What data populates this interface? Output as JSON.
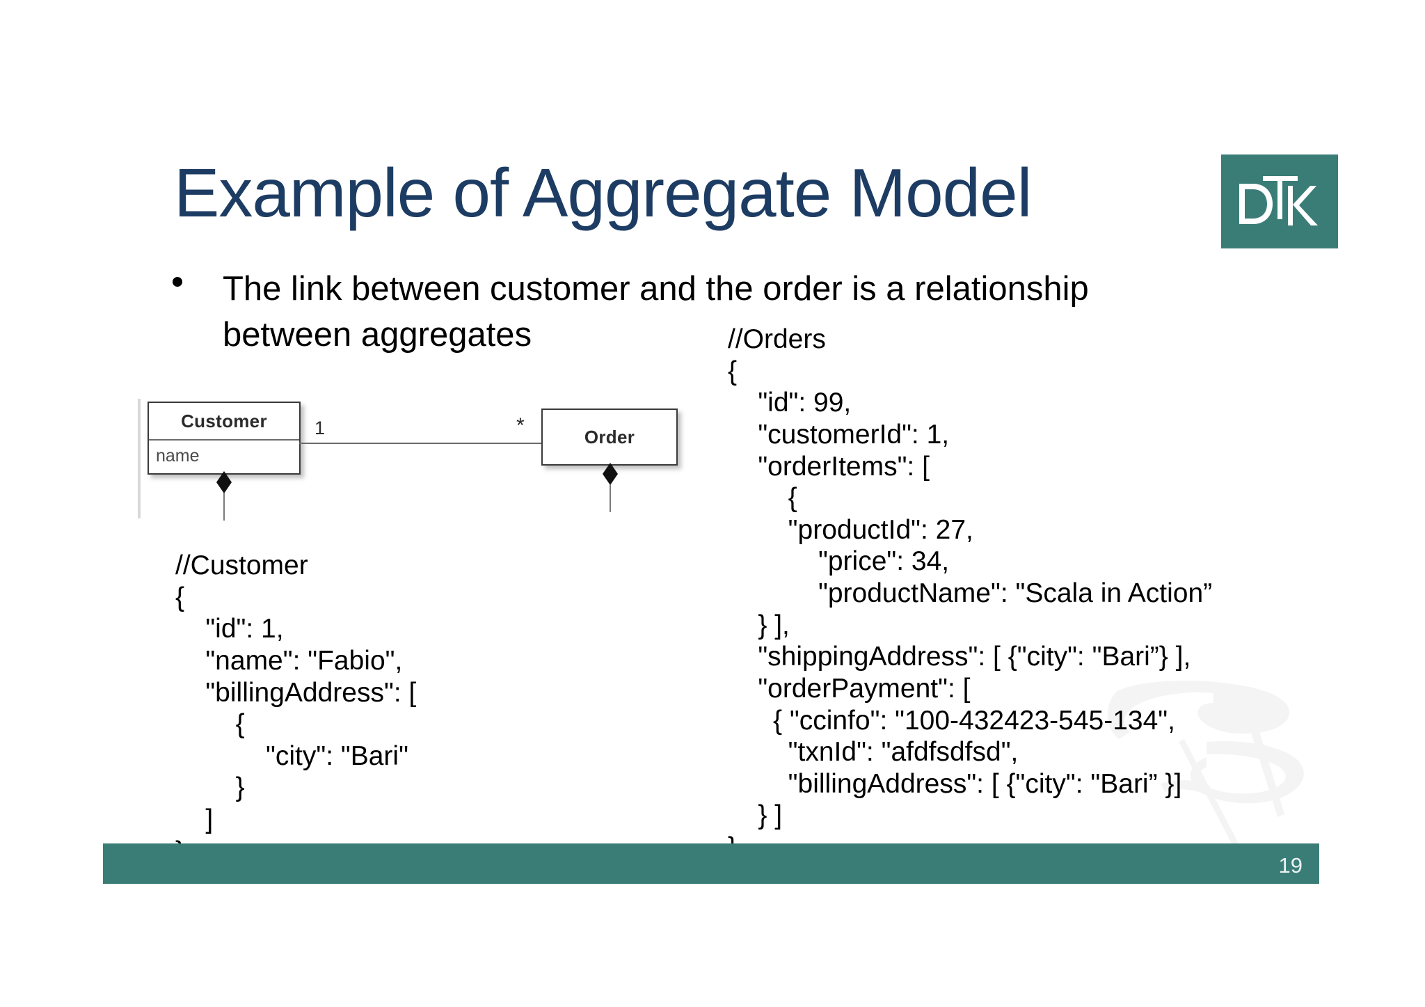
{
  "slide": {
    "title": "Example of Aggregate Model",
    "title_color": "#1d3c63",
    "accent_color": "#3a7d77",
    "page_number": "19"
  },
  "logo": {
    "name": "DTK",
    "letters": [
      "D",
      "T",
      "K"
    ],
    "background": "#3a7d77",
    "foreground": "#ffffff"
  },
  "bullets": [
    {
      "text": "The link between customer and the order is a relationship between aggregates",
      "marker": "•"
    }
  ],
  "diagram": {
    "type": "uml-class-diagram",
    "classes": [
      {
        "name": "Customer",
        "attributes": [
          "name"
        ],
        "composition_marker": "filled-diamond"
      },
      {
        "name": "Order",
        "attributes": [],
        "composition_marker": "filled-diamond"
      }
    ],
    "association": {
      "source_multiplicity": "1",
      "target_multiplicity": "*"
    }
  },
  "code_blocks": [
    {
      "id": "customer",
      "comment": "//Customer",
      "text": "//Customer\n{\n    \"id\": 1,\n    \"name\": \"Fabio\",\n    \"billingAddress\": [\n        {\n            \"city\": \"Bari\"\n        }\n    ]\n}"
    },
    {
      "id": "orders",
      "comment": "//Orders",
      "text": "//Orders\n{\n    \"id\": 99,\n    \"customerId\": 1,\n    \"orderItems\": [\n        {\n        \"productId\": 27,\n            \"price\": 34,\n            \"productName\": \"Scala in Action”\n    } ],\n    \"shippingAddress\": [ {\"city\": \"Bari”} ],\n    \"orderPayment\": [\n      { \"ccinfo\": \"100-432423-545-134\",\n        \"txnId\": \"afdfsdfsd\",\n        \"billingAddress\": [ {\"city\": \"Bari” }]\n    } ]\n}"
    }
  ]
}
